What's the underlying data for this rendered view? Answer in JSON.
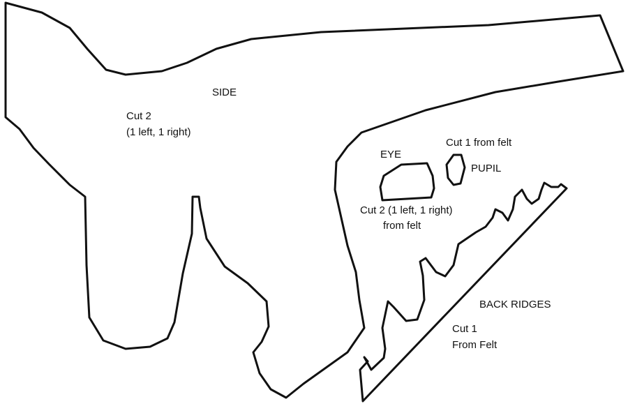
{
  "side_piece": {
    "title": "SIDE",
    "instruction_line1": "Cut 2",
    "instruction_line2": "(1 left, 1 right)"
  },
  "eye_piece": {
    "title": "EYE",
    "instruction_line1": "Cut 2 (1 left, 1 right)",
    "instruction_line2": "from felt"
  },
  "pupil_piece": {
    "title": "PUPIL",
    "instruction": "Cut 1 from felt"
  },
  "back_ridges_piece": {
    "title": "BACK RIDGES",
    "instruction_line1": "Cut 1",
    "instruction_line2": "From Felt"
  },
  "colors": {
    "outline": "#111111",
    "background": "#ffffff"
  }
}
